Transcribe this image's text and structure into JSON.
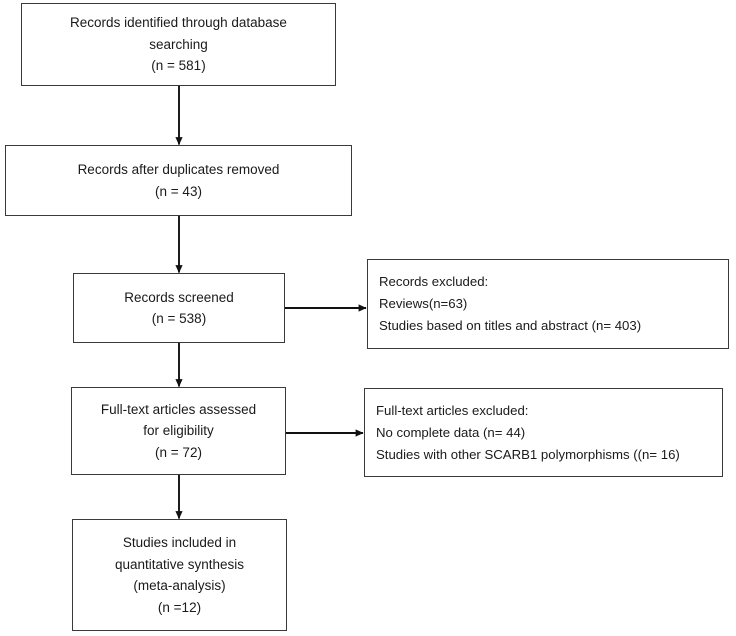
{
  "diagram": {
    "title": "PRISMA study selection flow diagram",
    "type": "flowchart",
    "background_color": "#ffffff",
    "border_color": "#3a3a3a",
    "text_color": "#1a1a1a",
    "nodes": [
      {
        "id": "identified",
        "align": "center",
        "lines": [
          "Records identified through database",
          "searching",
          "(n = 581)"
        ]
      },
      {
        "id": "duplicates-removed",
        "align": "center",
        "lines": [
          "Records after duplicates removed",
          "(n = 43)"
        ]
      },
      {
        "id": "screened",
        "align": "center",
        "lines": [
          "Records screened",
          "(n = 538)"
        ]
      },
      {
        "id": "records-excluded",
        "align": "left",
        "lines": [
          "Records excluded:",
          "Reviews(n=63)",
          "Studies based on titles and abstract (n= 403)"
        ]
      },
      {
        "id": "fulltext-assessed",
        "align": "center",
        "lines": [
          "Full-text articles assessed",
          "for eligibility",
          "(n = 72)"
        ]
      },
      {
        "id": "fulltext-excluded",
        "align": "left",
        "lines": [
          "Full-text articles excluded:",
          "No complete data (n= 44)",
          "Studies with other SCARB1 polymorphisms ((n= 16)"
        ]
      },
      {
        "id": "included",
        "align": "center",
        "lines": [
          "Studies included in",
          "quantitative synthesis",
          "(meta-analysis)",
          "(n =12)"
        ]
      }
    ],
    "edges": [
      {
        "id": "identified-to-duplicates",
        "direction": "down"
      },
      {
        "id": "duplicates-to-screened",
        "direction": "down"
      },
      {
        "id": "screened-to-records-excluded",
        "direction": "right"
      },
      {
        "id": "screened-to-fulltext",
        "direction": "down"
      },
      {
        "id": "fulltext-to-fulltext-excluded",
        "direction": "right"
      },
      {
        "id": "fulltext-to-included",
        "direction": "down"
      }
    ]
  }
}
